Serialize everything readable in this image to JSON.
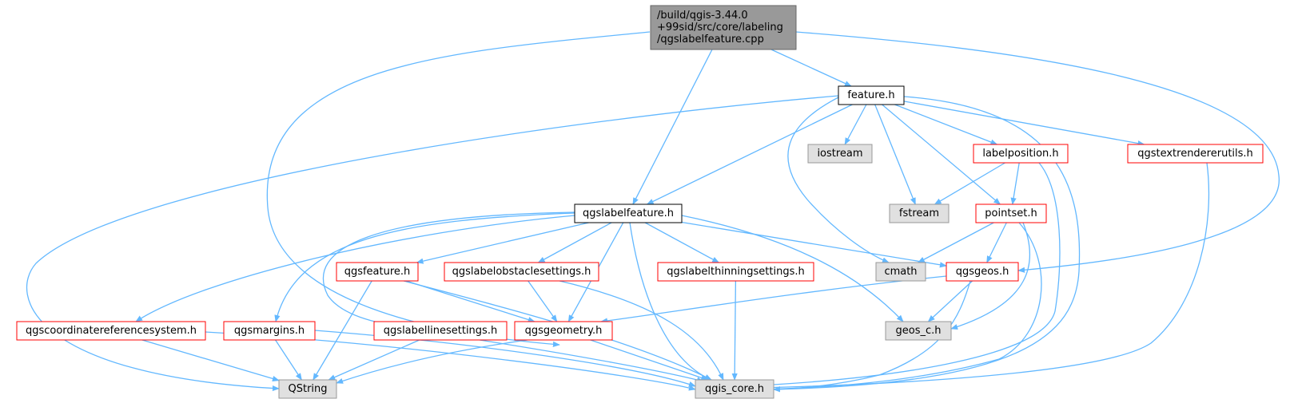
{
  "colors": {
    "edge": "#63b8ff",
    "root_fill": "#999999",
    "root_stroke": "#666666",
    "doc_fill": "#ffffff",
    "doc_stroke": "#000000",
    "undoc_fill": "#ffffff",
    "undoc_stroke": "#ff0000",
    "sys_fill": "#e0e0e0",
    "sys_stroke": "#999999"
  },
  "nodes": [
    {
      "id": "root",
      "kind": "root",
      "lines": [
        "/build/qgis-3.44.0",
        "+99sid/src/core/labeling",
        "/qgslabelfeature.cpp"
      ]
    },
    {
      "id": "feature_h",
      "kind": "doc",
      "lines": [
        "feature.h"
      ]
    },
    {
      "id": "qgslabelfeature_h",
      "kind": "doc",
      "lines": [
        "qgslabelfeature.h"
      ]
    },
    {
      "id": "iostream",
      "kind": "sys",
      "lines": [
        "iostream"
      ]
    },
    {
      "id": "labelposition_h",
      "kind": "undoc",
      "lines": [
        "labelposition.h"
      ]
    },
    {
      "id": "qgstextrendererutils_h",
      "kind": "undoc",
      "lines": [
        "qgstextrendererutils.h"
      ]
    },
    {
      "id": "fstream",
      "kind": "sys",
      "lines": [
        "fstream"
      ]
    },
    {
      "id": "pointset_h",
      "kind": "undoc",
      "lines": [
        "pointset.h"
      ]
    },
    {
      "id": "qgsfeature_h",
      "kind": "undoc",
      "lines": [
        "qgsfeature.h"
      ]
    },
    {
      "id": "qgslabelobstaclesettings_h",
      "kind": "undoc",
      "lines": [
        "qgslabelobstaclesettings.h"
      ]
    },
    {
      "id": "qgslabelthinningsettings_h",
      "kind": "undoc",
      "lines": [
        "qgslabelthinningsettings.h"
      ]
    },
    {
      "id": "cmath",
      "kind": "sys",
      "lines": [
        "cmath"
      ]
    },
    {
      "id": "qgsgeos_h",
      "kind": "undoc",
      "lines": [
        "qgsgeos.h"
      ]
    },
    {
      "id": "qgscoordinatereferencesystem_h",
      "kind": "undoc",
      "lines": [
        "qgscoordinatereferencesystem.h"
      ]
    },
    {
      "id": "qgsmargins_h",
      "kind": "undoc",
      "lines": [
        "qgsmargins.h"
      ]
    },
    {
      "id": "qgslabellinesettings_h",
      "kind": "undoc",
      "lines": [
        "qgslabellinesettings.h"
      ]
    },
    {
      "id": "qgsgeometry_h",
      "kind": "undoc",
      "lines": [
        "qgsgeometry.h"
      ]
    },
    {
      "id": "geos_c_h",
      "kind": "sys",
      "lines": [
        "geos_c.h"
      ]
    },
    {
      "id": "qstring",
      "kind": "sys",
      "lines": [
        "QString"
      ]
    },
    {
      "id": "qgis_core_h",
      "kind": "sys",
      "lines": [
        "qgis_core.h"
      ]
    }
  ],
  "edges": [
    {
      "from": "root",
      "to": "feature_h"
    },
    {
      "from": "root",
      "to": "qgslabelfeature_h"
    },
    {
      "from": "root",
      "to": "qgsgeometry_h"
    },
    {
      "from": "root",
      "to": "qgsgeos_h"
    },
    {
      "from": "feature_h",
      "to": "qgslabelfeature_h"
    },
    {
      "from": "feature_h",
      "to": "iostream"
    },
    {
      "from": "feature_h",
      "to": "labelposition_h"
    },
    {
      "from": "feature_h",
      "to": "qgstextrendererutils_h"
    },
    {
      "from": "feature_h",
      "to": "fstream"
    },
    {
      "from": "feature_h",
      "to": "pointset_h"
    },
    {
      "from": "feature_h",
      "to": "cmath"
    },
    {
      "from": "feature_h",
      "to": "qstring"
    },
    {
      "from": "feature_h",
      "to": "qgis_core_h"
    },
    {
      "from": "labelposition_h",
      "to": "fstream"
    },
    {
      "from": "labelposition_h",
      "to": "pointset_h"
    },
    {
      "from": "labelposition_h",
      "to": "qgis_core_h"
    },
    {
      "from": "qgstextrendererutils_h",
      "to": "qgis_core_h"
    },
    {
      "from": "pointset_h",
      "to": "cmath"
    },
    {
      "from": "pointset_h",
      "to": "qgsgeos_h"
    },
    {
      "from": "pointset_h",
      "to": "geos_c_h"
    },
    {
      "from": "pointset_h",
      "to": "qgis_core_h"
    },
    {
      "from": "qgslabelfeature_h",
      "to": "qgsfeature_h"
    },
    {
      "from": "qgslabelfeature_h",
      "to": "qgslabelobstaclesettings_h"
    },
    {
      "from": "qgslabelfeature_h",
      "to": "qgslabelthinningsettings_h"
    },
    {
      "from": "qgslabelfeature_h",
      "to": "qgsgeos_h"
    },
    {
      "from": "qgslabelfeature_h",
      "to": "geos_c_h"
    },
    {
      "from": "qgslabelfeature_h",
      "to": "qgscoordinatereferencesystem_h"
    },
    {
      "from": "qgslabelfeature_h",
      "to": "qgsmargins_h"
    },
    {
      "from": "qgslabelfeature_h",
      "to": "qgslabellinesettings_h"
    },
    {
      "from": "qgslabelfeature_h",
      "to": "qgsgeometry_h"
    },
    {
      "from": "qgslabelfeature_h",
      "to": "qgis_core_h"
    },
    {
      "from": "qgsfeature_h",
      "to": "qgsgeometry_h"
    },
    {
      "from": "qgsfeature_h",
      "to": "qstring"
    },
    {
      "from": "qgsfeature_h",
      "to": "qgis_core_h"
    },
    {
      "from": "qgslabelobstaclesettings_h",
      "to": "qgsgeometry_h"
    },
    {
      "from": "qgslabelobstaclesettings_h",
      "to": "qgis_core_h"
    },
    {
      "from": "qgslabelthinningsettings_h",
      "to": "qgis_core_h"
    },
    {
      "from": "qgsgeos_h",
      "to": "geos_c_h"
    },
    {
      "from": "qgsgeos_h",
      "to": "qgsgeometry_h"
    },
    {
      "from": "qgsgeos_h",
      "to": "qgis_core_h"
    },
    {
      "from": "qgscoordinatereferencesystem_h",
      "to": "qstring"
    },
    {
      "from": "qgscoordinatereferencesystem_h",
      "to": "qgis_core_h"
    },
    {
      "from": "qgsmargins_h",
      "to": "qstring"
    },
    {
      "from": "qgsmargins_h",
      "to": "qgis_core_h"
    },
    {
      "from": "qgslabellinesettings_h",
      "to": "qstring"
    },
    {
      "from": "qgslabellinesettings_h",
      "to": "qgis_core_h"
    },
    {
      "from": "qgsgeometry_h",
      "to": "qstring"
    },
    {
      "from": "qgsgeometry_h",
      "to": "qgis_core_h"
    }
  ]
}
